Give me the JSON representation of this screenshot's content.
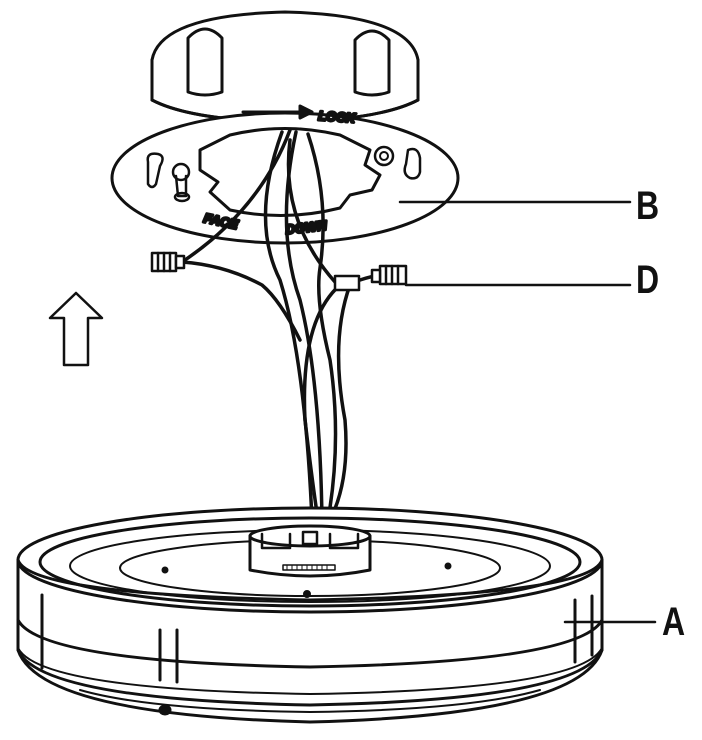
{
  "callouts": {
    "b": "B",
    "d": "D",
    "a": "A"
  },
  "plate": {
    "lock_text": "LOCK",
    "face_text": "FACE",
    "down_text": "DOWN"
  },
  "icons": {
    "arrow": "up-arrow-icon"
  },
  "colors": {
    "ink": "#111111",
    "paper": "#ffffff"
  }
}
